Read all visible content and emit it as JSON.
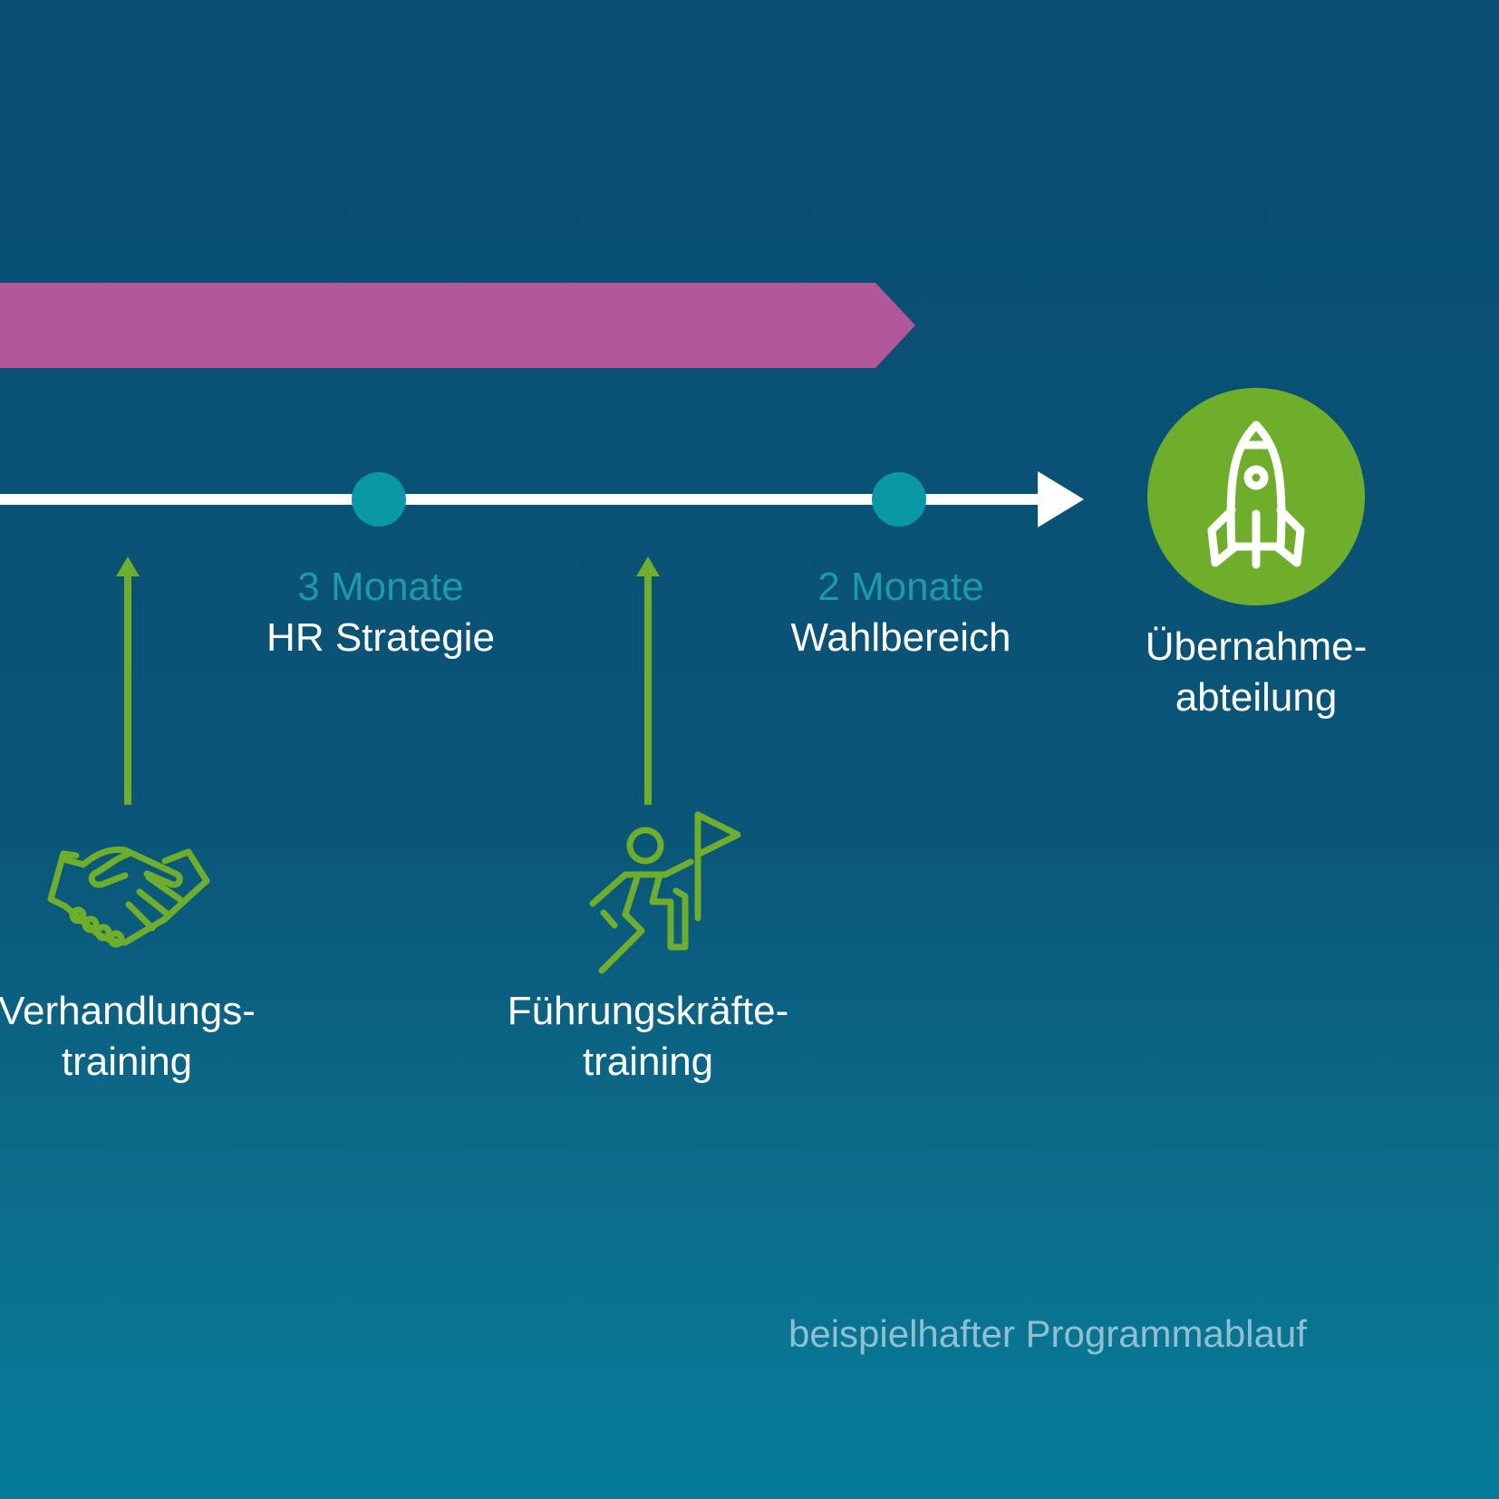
{
  "timeline": {
    "milestones": [
      {
        "duration": "3 Monate",
        "label": "HR Strategie"
      },
      {
        "duration": "2 Monate",
        "label": "Wahlbereich"
      }
    ],
    "goal": {
      "label_line1": "Übernahme-",
      "label_line2": "abteilung",
      "icon": "rocket-icon"
    }
  },
  "trainings": [
    {
      "label_line1": "Verhandlungs-",
      "label_line2": "training",
      "icon": "handshake-icon"
    },
    {
      "label_line1": "Führungskräfte-",
      "label_line2": "training",
      "icon": "person-flag-icon"
    }
  ],
  "footer": {
    "caption": "beispielhafter Programmablauf"
  },
  "colors": {
    "banner": "#b25797",
    "accent_green": "#6eae2a",
    "dot_teal": "#0a97a6",
    "duration_text": "#1e9aa6"
  }
}
